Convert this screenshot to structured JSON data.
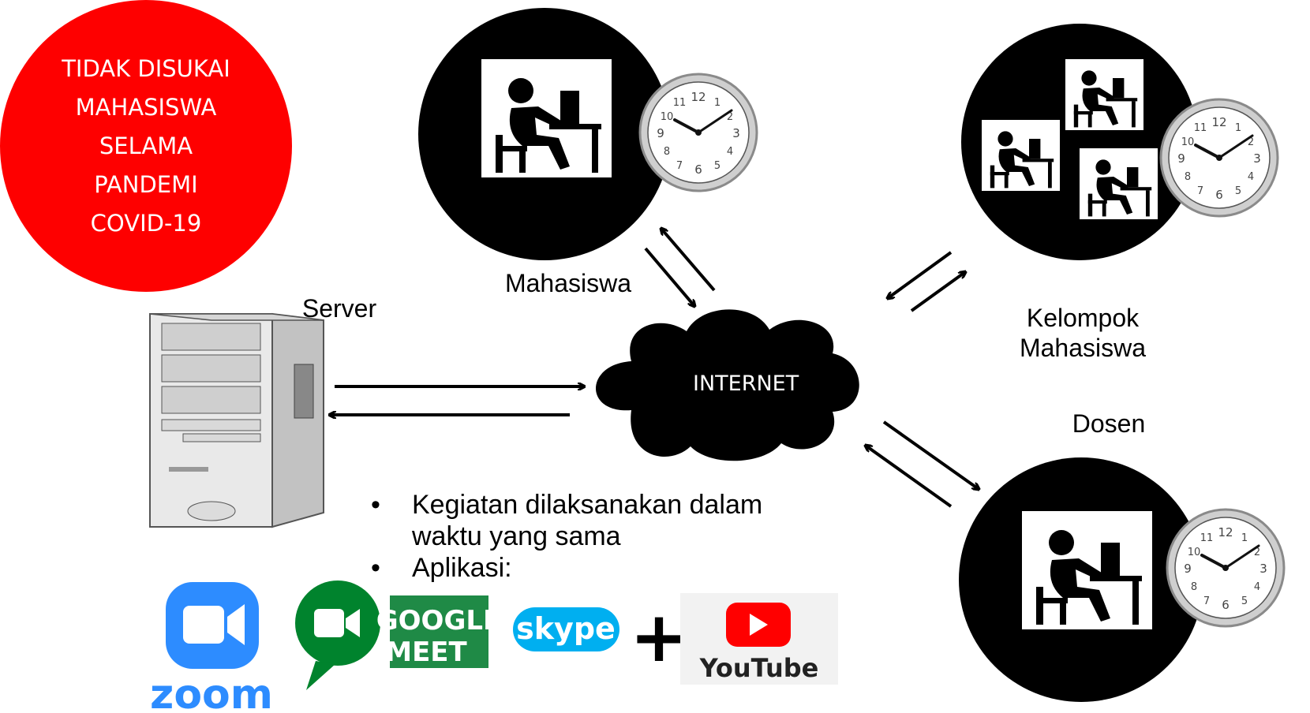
{
  "badge": {
    "text": "TIDAK DISUKAI MAHASISWA SELAMA PANDEMI COVID-19",
    "color": "#fe0000"
  },
  "nodes": {
    "mahasiswa": {
      "label": "Mahasiswa"
    },
    "kelompok": {
      "label": "Kelompok Mahasiswa"
    },
    "dosen": {
      "label": "Dosen"
    },
    "server": {
      "label": "Server"
    }
  },
  "cloud": {
    "label": "INTERNET"
  },
  "bullets": [
    "Kegiatan dilaksanakan dalam waktu yang sama",
    "Aplikasi:"
  ],
  "apps": {
    "zoom": {
      "wordmark": "zoom",
      "color": "#2d8cff"
    },
    "google_meet": {
      "line1": "GOOGLE",
      "line2": "MEET",
      "color": "#00832d"
    },
    "skype": {
      "wordmark": "skype",
      "color": "#00aff0"
    },
    "plus": "+",
    "youtube": {
      "wordmark": "YouTube",
      "color": "#ff0000"
    }
  },
  "icons": [
    "person-at-desk-icon",
    "wall-clock-icon",
    "server-tower-icon",
    "cloud-icon",
    "zoom-logo",
    "google-meet-logo",
    "skype-logo",
    "youtube-logo"
  ]
}
